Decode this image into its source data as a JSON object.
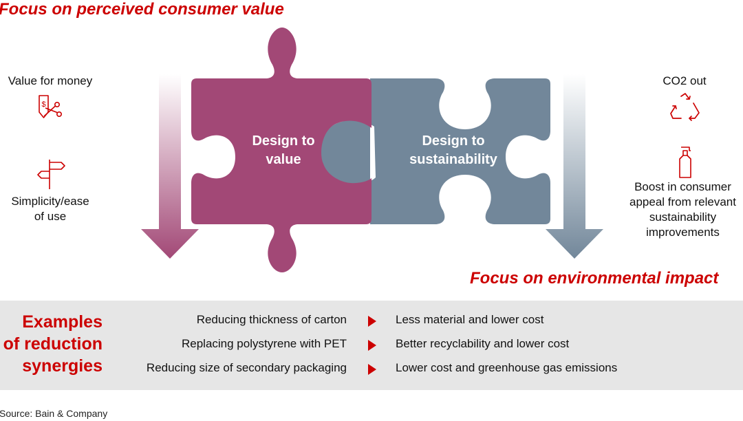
{
  "headings": {
    "top_left": "Focus on perceived consumer value",
    "bottom_right": "Focus on environmental impact"
  },
  "left_items": [
    {
      "label": "Value for money",
      "icon": "price-tag-scissors-icon"
    },
    {
      "label": "Simplicity/ease\nof use",
      "icon": "signpost-icon"
    }
  ],
  "right_items": [
    {
      "label": "CO2 out",
      "icon": "recycle-icon"
    },
    {
      "label": "Boost in consumer\nappeal from relevant\nsustainability\nimprovements",
      "icon": "bottle-icon"
    }
  ],
  "puzzle": {
    "left_label": "Design to\nvalue",
    "right_label": "Design to\nsustainability",
    "left_color": "#a24876",
    "right_color": "#72879a"
  },
  "examples": {
    "title": "Examples\nof reduction\nsynergies",
    "rows": [
      {
        "action": "Reducing thickness of carton",
        "result": "Less material and lower cost"
      },
      {
        "action": "Replacing polystyrene with PET",
        "result": "Better recyclability and lower cost"
      },
      {
        "action": "Reducing size of secondary packaging",
        "result": "Lower cost and greenhouse gas emissions"
      }
    ]
  },
  "source": "Source: Bain & Company",
  "colors": {
    "accent": "#cc0000",
    "band": "#e6e6e6"
  }
}
